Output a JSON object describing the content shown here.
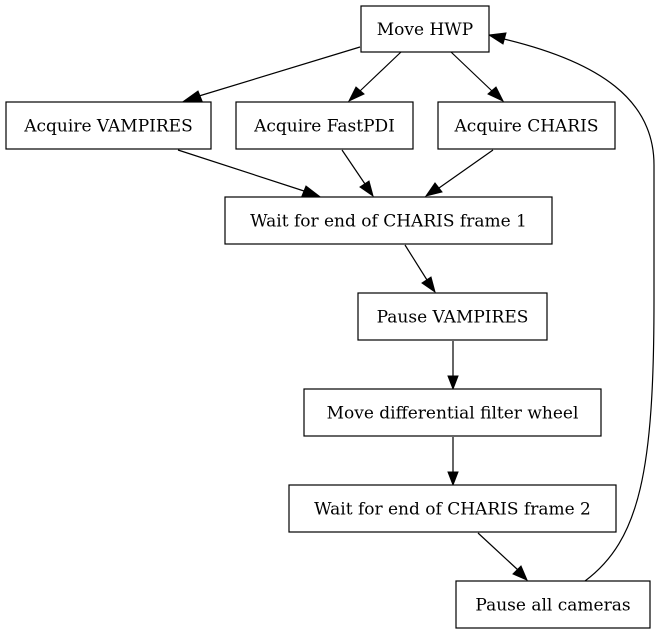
{
  "diagram": {
    "nodes": [
      {
        "id": "move_hwp",
        "label": "Move HWP"
      },
      {
        "id": "acquire_vampires",
        "label": "Acquire VAMPIRES"
      },
      {
        "id": "acquire_fastpdi",
        "label": "Acquire FastPDI"
      },
      {
        "id": "acquire_charis",
        "label": "Acquire CHARIS"
      },
      {
        "id": "wait_frame_1",
        "label": "Wait for end of CHARIS frame 1"
      },
      {
        "id": "pause_vampires",
        "label": "Pause VAMPIRES"
      },
      {
        "id": "move_filter_wheel",
        "label": "Move differential filter wheel"
      },
      {
        "id": "wait_frame_2",
        "label": "Wait for end of CHARIS frame 2"
      },
      {
        "id": "pause_all_cameras",
        "label": "Pause all cameras"
      }
    ],
    "edges": [
      {
        "from": "move_hwp",
        "to": "acquire_vampires"
      },
      {
        "from": "move_hwp",
        "to": "acquire_fastpdi"
      },
      {
        "from": "move_hwp",
        "to": "acquire_charis"
      },
      {
        "from": "acquire_vampires",
        "to": "wait_frame_1"
      },
      {
        "from": "acquire_fastpdi",
        "to": "wait_frame_1"
      },
      {
        "from": "acquire_charis",
        "to": "wait_frame_1"
      },
      {
        "from": "wait_frame_1",
        "to": "pause_vampires"
      },
      {
        "from": "pause_vampires",
        "to": "move_filter_wheel"
      },
      {
        "from": "move_filter_wheel",
        "to": "wait_frame_2"
      },
      {
        "from": "wait_frame_2",
        "to": "pause_all_cameras"
      },
      {
        "from": "pause_all_cameras",
        "to": "move_hwp"
      }
    ]
  }
}
